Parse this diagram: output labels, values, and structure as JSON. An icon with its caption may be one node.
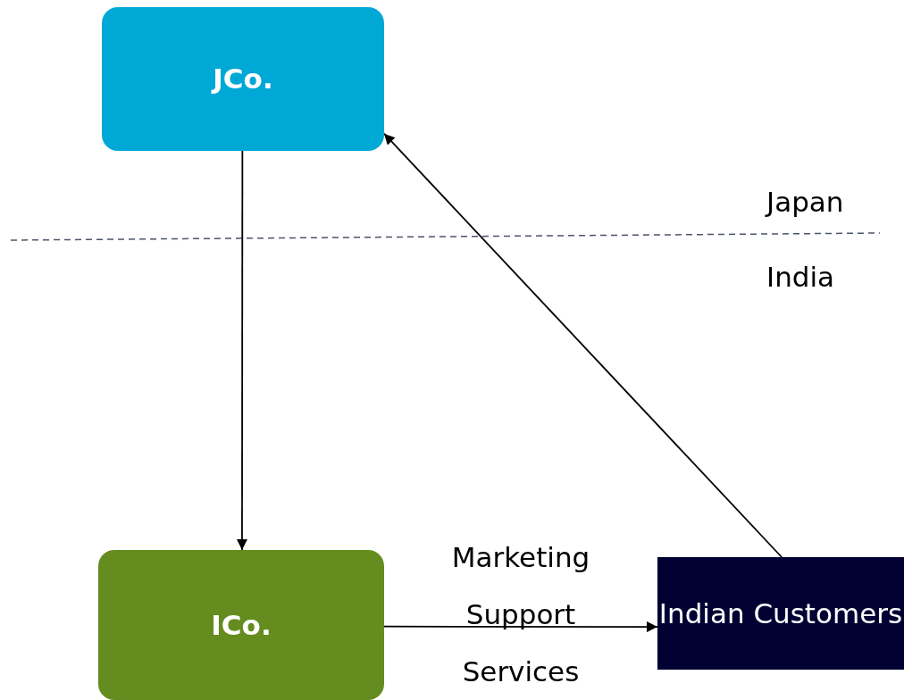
{
  "diagram": {
    "nodes": [
      {
        "text": [
          "JCo."
        ]
      },
      {
        "text": [
          "ICo."
        ]
      },
      {
        "text": [
          "Indian Customers"
        ]
      }
    ],
    "edges": [
      {
        "from": 0,
        "to": 1,
        "arrow": "to"
      },
      {
        "from": 2,
        "to": 0,
        "arrow": "to"
      },
      {
        "from": 1,
        "to": 2,
        "arrow": "to",
        "label": "Marketing Support Services"
      }
    ],
    "labels": [
      "Japan",
      "India"
    ]
  }
}
